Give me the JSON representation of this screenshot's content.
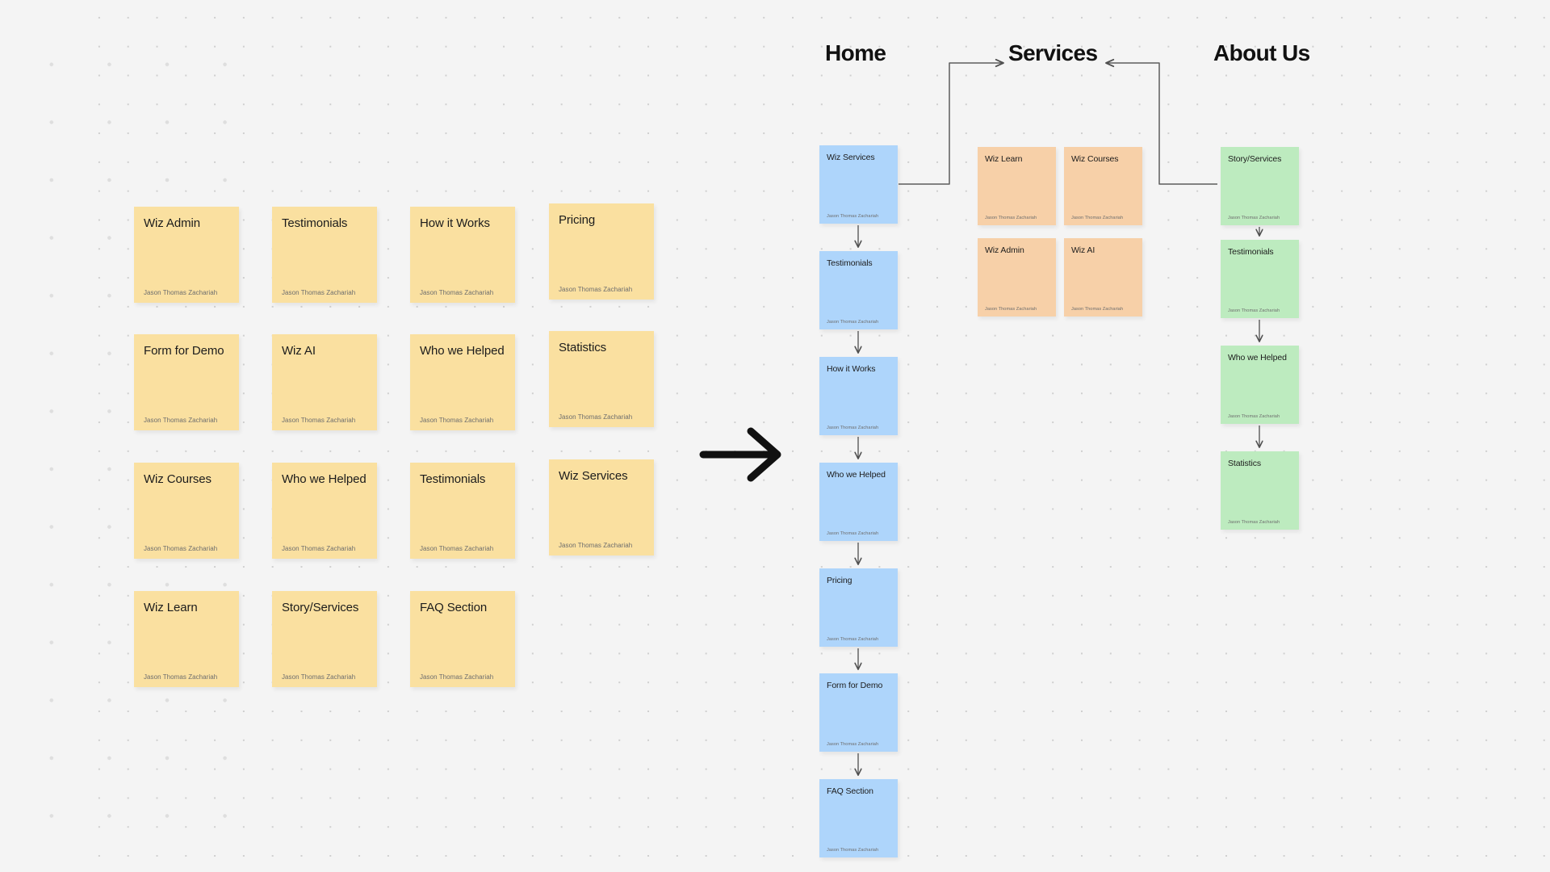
{
  "canvas": {
    "background": "#f4f4f4",
    "grid_dot_color": "#c9c9c9"
  },
  "palette": {
    "yellow": "#fae0a0",
    "blue": "#aed5fb",
    "orange": "#f7d0a8",
    "green": "#bdebbf",
    "text": "#1c1c1c",
    "author": "#6d6d6d",
    "connector": "#5c5c5c",
    "big_arrow": "#111111"
  },
  "author": "Jason Thomas Zachariah",
  "columns": [
    {
      "id": "home",
      "label": "Home",
      "color": "blue"
    },
    {
      "id": "services",
      "label": "Services",
      "color": "orange"
    },
    {
      "id": "about",
      "label": "About Us",
      "color": "green"
    }
  ],
  "unsorted_notes": {
    "color": "yellow",
    "columns": [
      {
        "items": [
          "Wiz Admin",
          "Form for Demo",
          "Wiz Courses",
          "Wiz Learn"
        ]
      },
      {
        "items": [
          "Testimonials",
          "Wiz AI",
          "Who we Helped",
          "Story/Services"
        ]
      },
      {
        "items": [
          "How it Works",
          "Who we Helped",
          "Testimonials",
          "FAQ Section"
        ]
      },
      {
        "items": [
          "Pricing",
          "Statistics",
          "Wiz Services"
        ]
      }
    ]
  },
  "home_flow": {
    "color": "blue",
    "items": [
      "Wiz Services",
      "Testimonials",
      "How it Works",
      "Who we Helped",
      "Pricing",
      "Form for Demo",
      "FAQ Section"
    ]
  },
  "services_group": {
    "color": "orange",
    "rows": [
      [
        "Wiz Learn",
        "Wiz Courses"
      ],
      [
        "Wiz Admin",
        "Wiz AI"
      ]
    ]
  },
  "about_flow": {
    "color": "green",
    "items": [
      "Story/Services",
      "Testimonials",
      "Who we Helped",
      "Statistics"
    ]
  },
  "big_arrow": {
    "name": "transform-arrow",
    "direction": "right"
  }
}
